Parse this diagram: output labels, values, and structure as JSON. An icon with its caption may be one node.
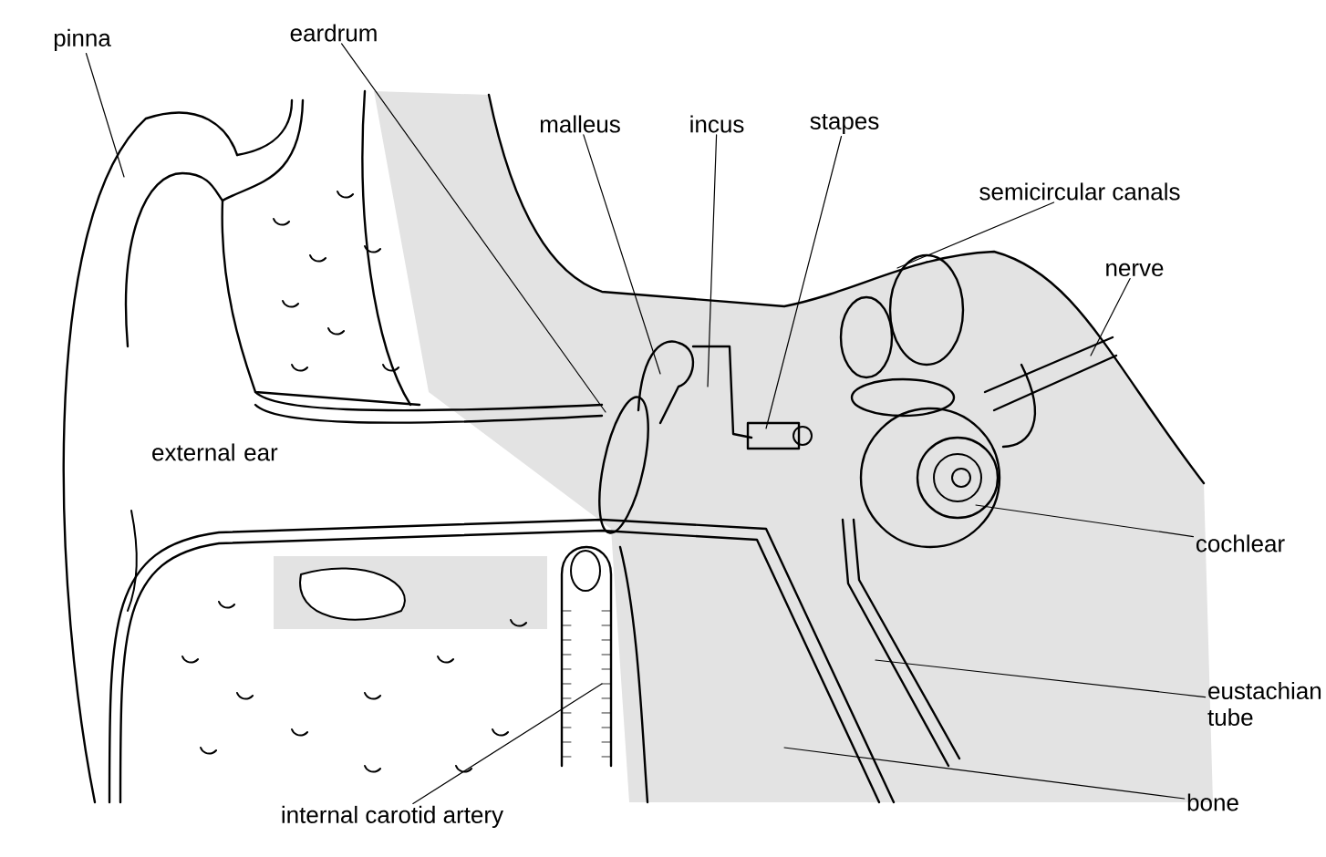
{
  "diagram": {
    "nodes": [
      {
        "text": [
          "pinna"
        ]
      },
      {
        "text": [
          "eardrum"
        ]
      },
      {
        "text": [
          "malleus"
        ]
      },
      {
        "text": [
          "incus"
        ]
      },
      {
        "text": [
          "stapes"
        ]
      },
      {
        "text": [
          "semicircular canals"
        ]
      },
      {
        "text": [
          "nerve"
        ]
      },
      {
        "text": [
          "cochlear"
        ]
      },
      {
        "text": [
          "eustachian tube"
        ]
      },
      {
        "text": [
          "bone"
        ]
      },
      {
        "text": [
          "internal carotid artery"
        ]
      }
    ],
    "edges": [
      {
        "from": 0,
        "to": null,
        "arrow": "none"
      },
      {
        "from": 1,
        "to": null,
        "arrow": "none"
      },
      {
        "from": 2,
        "to": null,
        "arrow": "none"
      },
      {
        "from": 3,
        "to": null,
        "arrow": "none"
      },
      {
        "from": 4,
        "to": null,
        "arrow": "none"
      },
      {
        "from": 5,
        "to": null,
        "arrow": "none"
      },
      {
        "from": 6,
        "to": null,
        "arrow": "none"
      },
      {
        "from": 7,
        "to": null,
        "arrow": "none"
      },
      {
        "from": 8,
        "to": null,
        "arrow": "none"
      },
      {
        "from": 9,
        "to": null,
        "arrow": "none"
      },
      {
        "from": 10,
        "to": null,
        "arrow": "none"
      }
    ],
    "labels": [
      "external ear"
    ]
  }
}
